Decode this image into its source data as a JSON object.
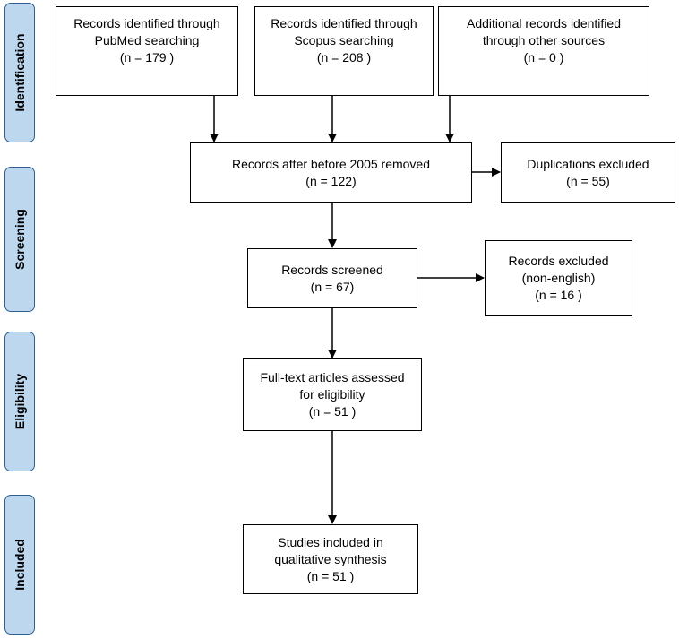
{
  "stages": {
    "identification": "Identification",
    "screening": "Screening",
    "eligibility": "Eligibility",
    "included": "Included"
  },
  "boxes": {
    "pubmed": {
      "line1": "Records identified through",
      "line2": "PubMed searching",
      "count": "(n = 179 )"
    },
    "scopus": {
      "line1": "Records identified through",
      "line2": "Scopus searching",
      "count": "(n = 208 )"
    },
    "other": {
      "line1": "Additional records identified",
      "line2": "through other sources",
      "count": "(n = 0 )"
    },
    "after_removed": {
      "line1": "Records after before 2005 removed",
      "count": "(n = 122)"
    },
    "duplicates": {
      "line1": "Duplications excluded",
      "count": "(n = 55)"
    },
    "screened": {
      "line1": "Records screened",
      "count": "(n = 67)"
    },
    "excluded": {
      "line1": "Records excluded",
      "line2": "(non-english)",
      "count": "(n = 16 )"
    },
    "fulltext": {
      "line1": "Full-text articles assessed",
      "line2": "for eligibility",
      "count": "(n = 51 )"
    },
    "included": {
      "line1": "Studies included in",
      "line2": "qualitative synthesis",
      "count": "(n = 51 )"
    }
  }
}
